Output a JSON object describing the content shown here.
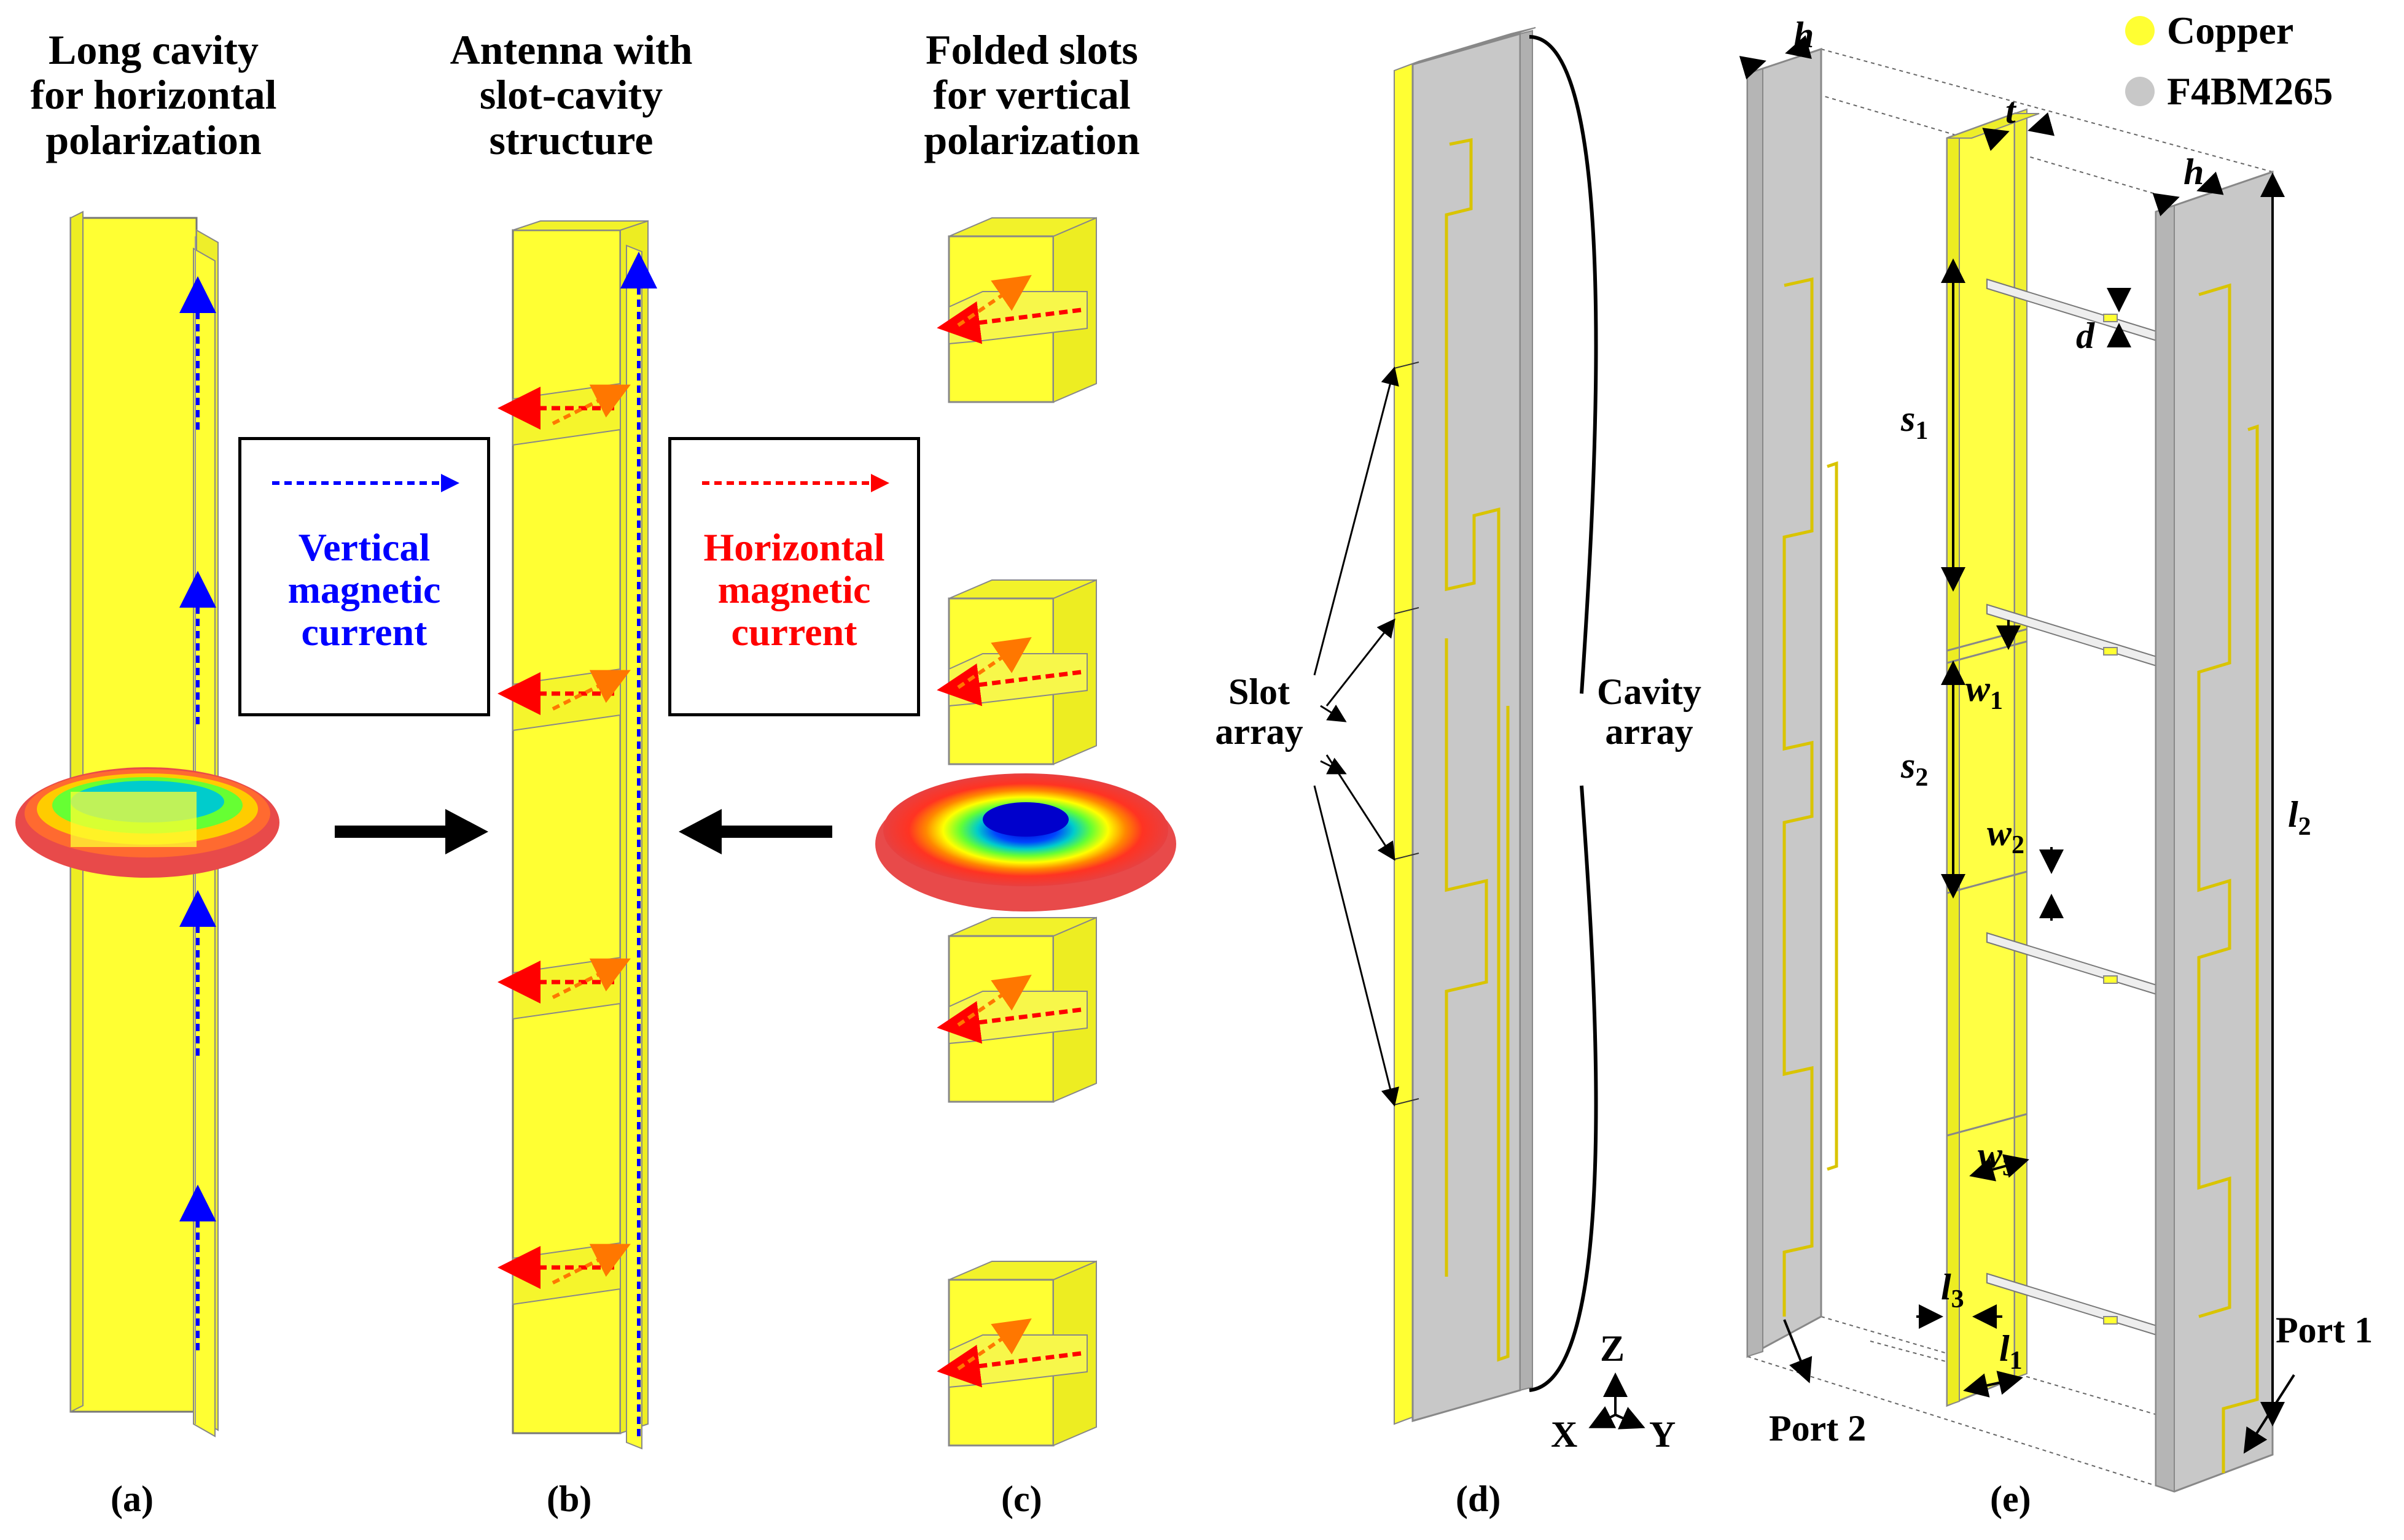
{
  "panel_a": {
    "title": [
      "Long cavity",
      "for horizontal",
      "polarization"
    ],
    "caption": "(a)"
  },
  "panel_b": {
    "title": [
      "Antenna with",
      "slot-cavity",
      "structure"
    ],
    "caption": "(b)"
  },
  "panel_c": {
    "title": [
      "Folded slots",
      "for vertical",
      "polarization"
    ],
    "caption": "(c)"
  },
  "panel_d": {
    "slot_array": [
      "Slot",
      "array"
    ],
    "cavity_array": [
      "Cavity",
      "array"
    ],
    "axes": {
      "z": "Z",
      "x": "X",
      "y": "Y"
    },
    "caption": "(d)"
  },
  "panel_e": {
    "dims": {
      "h_left": "h",
      "t": "t",
      "h_right": "h",
      "d": "d",
      "s1": "s",
      "s1_sub": "1",
      "w1": "w",
      "w1_sub": "1",
      "s2": "s",
      "s2_sub": "2",
      "w2": "w",
      "w2_sub": "2",
      "w3": "w",
      "w3_sub": "3",
      "l2": "l",
      "l2_sub": "2",
      "l3": "l",
      "l3_sub": "3",
      "l1": "l",
      "l1_sub": "1"
    },
    "port1": "Port 1",
    "port2": "Port 2",
    "caption": "(e)"
  },
  "legend": {
    "items": [
      {
        "label": "Copper",
        "color": "#ffff33"
      },
      {
        "label": "F4BM265",
        "color": "#c8c8c8"
      }
    ]
  },
  "box_vertical": {
    "lines": [
      "Vertical",
      "magnetic",
      "current"
    ],
    "color": "#0000ff"
  },
  "box_horizontal": {
    "lines": [
      "Horizontal",
      "magnetic",
      "current"
    ],
    "color": "#ff0000"
  },
  "colors": {
    "copper": "#ffff33",
    "substrate": "#c8c8c8",
    "vertical_current": "#0000ff",
    "horizontal_current": "#ff0000"
  }
}
